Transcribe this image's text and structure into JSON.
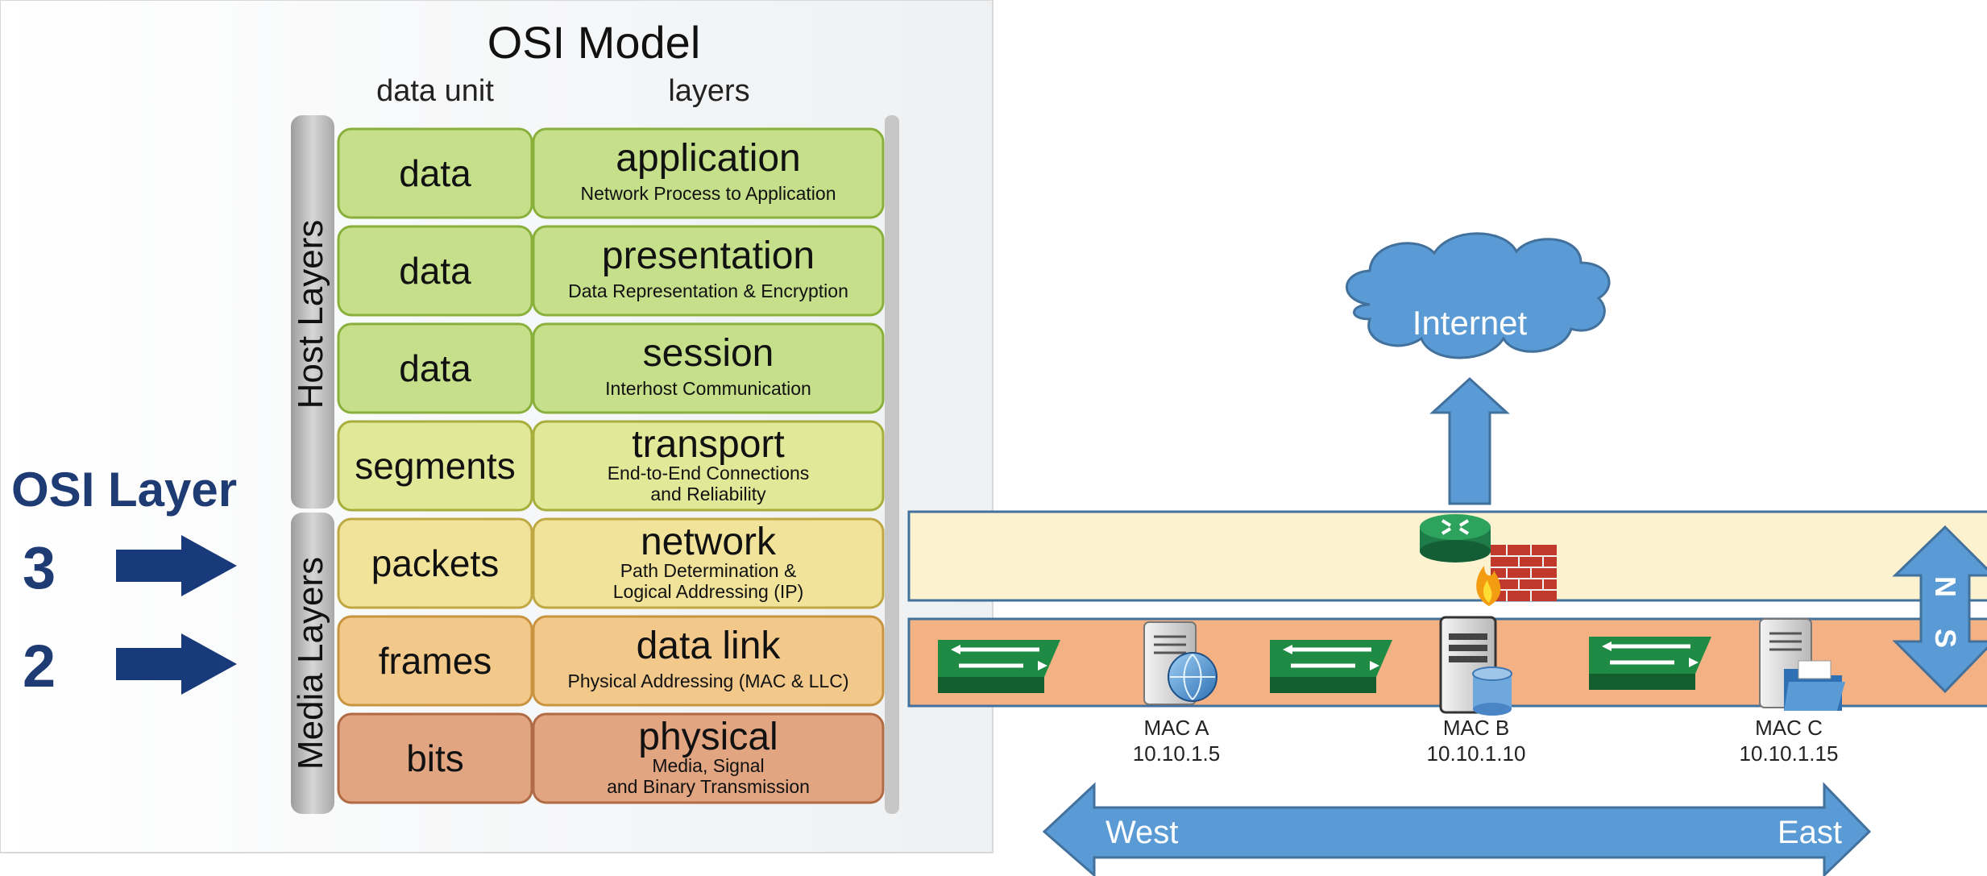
{
  "osi": {
    "title": "OSI Model",
    "col_data_unit": "data unit",
    "col_layers": "layers",
    "group_host": "Host Layers",
    "group_media": "Media Layers",
    "rows": [
      {
        "unit": "data",
        "name": "application",
        "desc": [
          "Network Process to Application"
        ],
        "color": "#c5df8a",
        "border": "#8ab03c"
      },
      {
        "unit": "data",
        "name": "presentation",
        "desc": [
          "Data Representation & Encryption"
        ],
        "color": "#c5df8a",
        "border": "#8ab03c"
      },
      {
        "unit": "data",
        "name": "session",
        "desc": [
          "Interhost Communication"
        ],
        "color": "#c5df8a",
        "border": "#8ab03c"
      },
      {
        "unit": "segments",
        "name": "transport",
        "desc": [
          "End-to-End Connections",
          "and Reliability"
        ],
        "color": "#e1e897",
        "border": "#a8ae3c"
      },
      {
        "unit": "packets",
        "name": "network",
        "desc": [
          "Path Determination &",
          "Logical Addressing (IP)"
        ],
        "color": "#f1e49a",
        "border": "#bfa844"
      },
      {
        "unit": "frames",
        "name": "data link",
        "desc": [
          "Physical Addressing (MAC & LLC)"
        ],
        "color": "#f2c98a",
        "border": "#c89440"
      },
      {
        "unit": "bits",
        "name": "physical",
        "desc": [
          "Media, Signal",
          "and Binary Transmission"
        ],
        "color": "#e2a582",
        "border": "#b06a44"
      }
    ]
  },
  "osi_layer": {
    "label": "OSI Layer",
    "markers": [
      "3",
      "2"
    ],
    "color": "#1f3b73"
  },
  "network": {
    "cloud_label": "Internet",
    "west": "West",
    "east": "East",
    "north": "N",
    "south": "S",
    "hosts": [
      {
        "mac": "MAC A",
        "ip": "10.10.1.5"
      },
      {
        "mac": "MAC B",
        "ip": "10.10.1.10"
      },
      {
        "mac": "MAC C",
        "ip": "10.10.1.15"
      }
    ],
    "colors": {
      "accent": "#5b9bd5",
      "l3_band": "#fdf2d0",
      "l2_band": "#f4b183",
      "switch": "#1a7a3a"
    }
  }
}
